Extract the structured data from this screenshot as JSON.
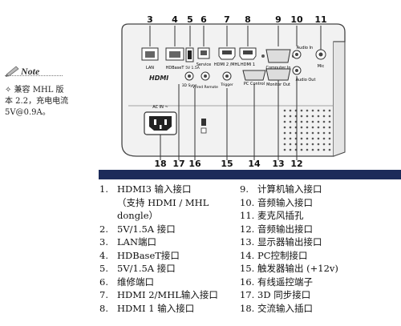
{
  "note": {
    "title": "Note",
    "line1": "✧ 兼容 MHL 版",
    "line2": "本 2.2，充电电流",
    "line3": "5V@0.9A。"
  },
  "panel": {
    "port_labels": {
      "lan": "LAN",
      "hdbaset": "HDBaseT",
      "usb_5v": "5V 1.5A",
      "service": "Service",
      "hdmi2": "HDMI 2 /MHL",
      "hdmi1": "HDMI 1",
      "computer_in": "Computer In",
      "audio_in": "Audio In",
      "mic": "Mic",
      "audio_out": "Audio Out",
      "monitor_out": "Monitor Out",
      "pc_control": "PC Control",
      "trigger": "Trigger",
      "wired_remote": "Wired Remote",
      "sync_3d": "3D Sync",
      "ac_in": "AC IN ~",
      "hdmi_logo": "HDMI"
    }
  },
  "callouts": {
    "top": [
      "3",
      "4",
      "5",
      "6",
      "7",
      "8",
      "9",
      "10",
      "11"
    ],
    "bottom": [
      "18",
      "17",
      "16",
      "15",
      "14",
      "13",
      "12"
    ]
  },
  "list_left": [
    {
      "num": "1.",
      "text": "HDMI3 输入接口"
    },
    {
      "num": "",
      "text": "（支持 HDMI / MHL"
    },
    {
      "num": "",
      "text": "dongle）"
    },
    {
      "num": "2.",
      "text": "5V/1.5A 接口"
    },
    {
      "num": "3.",
      "text": "LAN端口"
    },
    {
      "num": "4.",
      "text": "HDBaseT接口"
    },
    {
      "num": "5.",
      "text": "5V/1.5A 接口"
    },
    {
      "num": "6.",
      "text": "维修端口"
    },
    {
      "num": "7.",
      "text": "HDMI 2/MHL输入接口"
    },
    {
      "num": "8.",
      "text": "HDMI 1 输入接口"
    }
  ],
  "list_right": [
    {
      "num": "9.",
      "text": "计算机输入接口"
    },
    {
      "num": "10.",
      "text": "音频输入接口"
    },
    {
      "num": "11.",
      "text": "麦克风插孔"
    },
    {
      "num": "12.",
      "text": "音频输出接口"
    },
    {
      "num": "13.",
      "text": "显示器输出接口"
    },
    {
      "num": "14.",
      "text": "PC控制接口"
    },
    {
      "num": "15.",
      "text": "触发器输出 (+12v)"
    },
    {
      "num": "16.",
      "text": "有线遥控端子"
    },
    {
      "num": "17.",
      "text": "3D 同步接口"
    },
    {
      "num": "18.",
      "text": "交流输入插口"
    }
  ]
}
